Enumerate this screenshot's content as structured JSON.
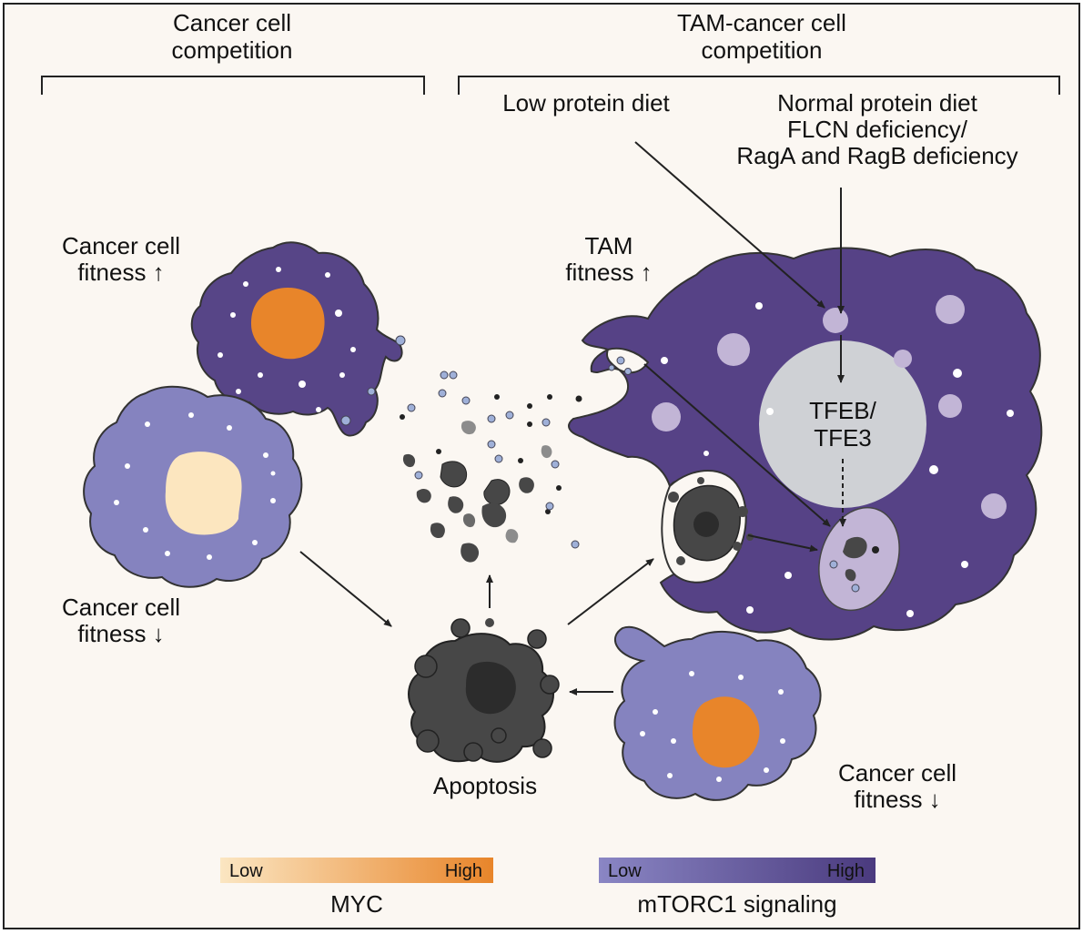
{
  "sections": {
    "left_title": [
      "Cancer cell",
      "competition"
    ],
    "right_title": [
      "TAM-cancer cell",
      "competition"
    ]
  },
  "inputs": {
    "low_protein": "Low protein diet",
    "normal_protein": [
      "Normal protein diet",
      "FLCN deficiency/",
      "RagA and RagB deficiency"
    ]
  },
  "labels": {
    "cancer_fitness_up": [
      "Cancer cell",
      "fitness ↑"
    ],
    "cancer_fitness_down_left": [
      "Cancer cell",
      "fitness ↓"
    ],
    "tam_fitness_up": [
      "TAM",
      "fitness ↑"
    ],
    "tfeb": [
      "TFEB/",
      "TFE3"
    ],
    "apoptosis": "Apoptosis",
    "cancer_fitness_down_right": [
      "Cancer cell",
      "fitness ↓"
    ]
  },
  "legends": {
    "myc": {
      "low": "Low",
      "high": "High",
      "title": "MYC",
      "color_low": "#fbe6c2",
      "color_high": "#e8852a"
    },
    "mtorc1": {
      "low": "Low",
      "high": "High",
      "title": "mTORC1 signaling",
      "color_low": "#8a86c4",
      "color_high": "#4a3a7e"
    }
  },
  "colors": {
    "background": "#fbf7f2",
    "tam": "#564286",
    "high_mtorc1_cell": "#574587",
    "low_mtorc1_cell": "#8583bf",
    "myc_high": "#e8852a",
    "myc_low": "#fce6bf",
    "apoptotic": "#474747",
    "lysosome": "#c2b5d6",
    "nucleus": "#cfd1d5"
  }
}
